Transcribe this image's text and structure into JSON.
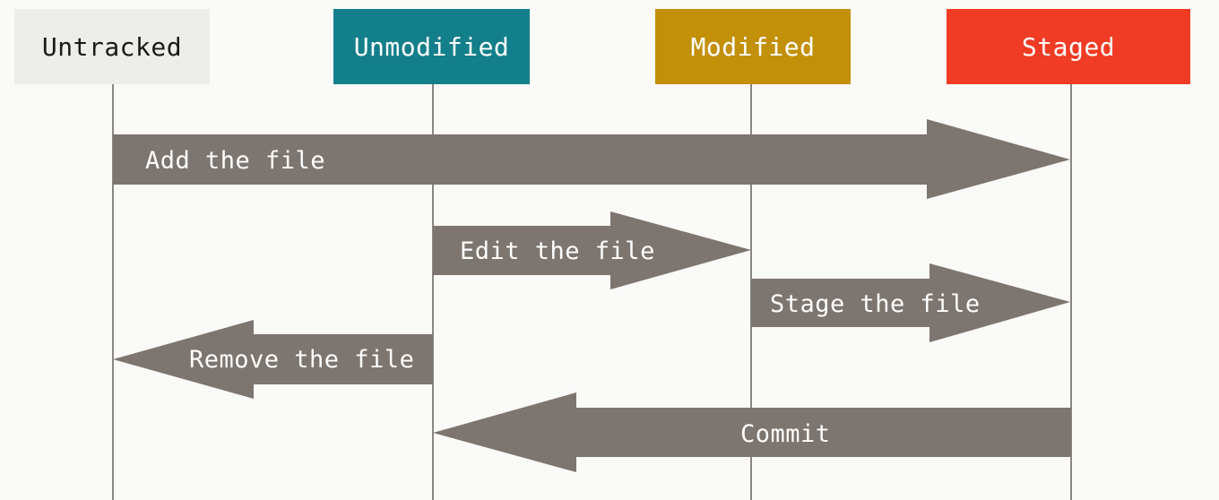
{
  "states": {
    "untracked": {
      "label": "Untracked",
      "bg": "#ededea",
      "fg": "#1a1a1a"
    },
    "unmodified": {
      "label": "Unmodified",
      "bg": "#137f8a",
      "fg": "#ffffff"
    },
    "modified": {
      "label": "Modified",
      "bg": "#c3900a",
      "fg": "#ffffff"
    },
    "staged": {
      "label": "Staged",
      "bg": "#f03c24",
      "fg": "#ffffff"
    }
  },
  "transitions": {
    "add": {
      "label": "Add the file",
      "from": "untracked",
      "to": "staged"
    },
    "edit": {
      "label": "Edit the file",
      "from": "unmodified",
      "to": "modified"
    },
    "stage": {
      "label": "Stage the file",
      "from": "modified",
      "to": "staged"
    },
    "remove": {
      "label": "Remove the file",
      "from": "unmodified",
      "to": "untracked"
    },
    "commit": {
      "label": "Commit",
      "from": "staged",
      "to": "unmodified"
    }
  },
  "colors": {
    "arrow": "#7d756f",
    "lifeline": "#8b8682",
    "background": "#fafaf8"
  }
}
